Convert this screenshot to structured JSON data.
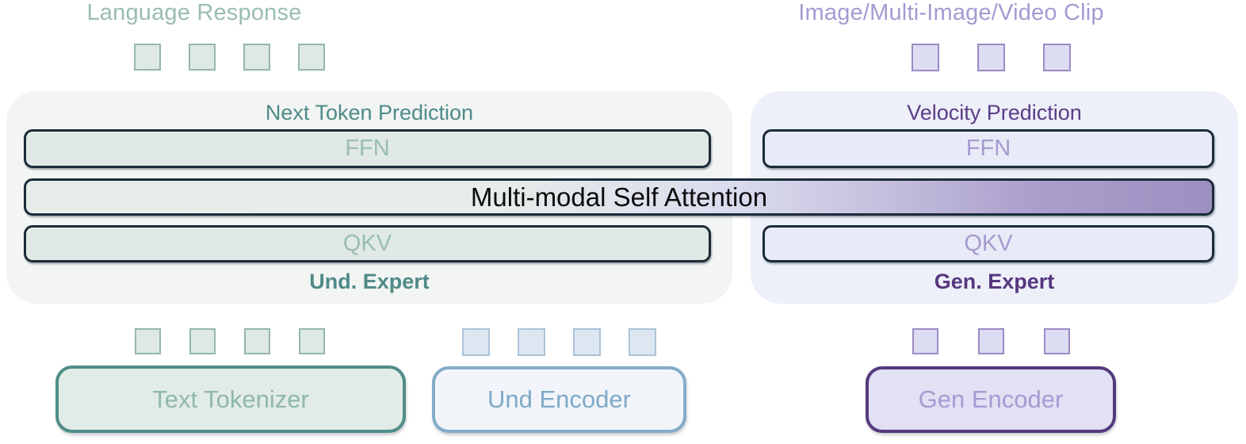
{
  "top_labels": {
    "language_response": "Language Response",
    "image_clip": "Image/Multi-Image/Video Clip"
  },
  "experts": {
    "und": {
      "title": "Next Token Prediction",
      "ffn_label": "FFN",
      "qkv_label": "QKV",
      "name": "Und. Expert"
    },
    "gen": {
      "title": "Velocity Prediction",
      "ffn_label": "FFN",
      "qkv_label": "QKV",
      "name": "Gen. Expert"
    }
  },
  "attention": {
    "label": "Multi-modal Self Attention"
  },
  "encoders": {
    "text_tokenizer": "Text Tokenizer",
    "und_encoder": "Und Encoder",
    "gen_encoder": "Gen Encoder"
  },
  "tokens": {
    "language_response_count": 4,
    "image_clip_count": 3,
    "text_tokenizer_count": 4,
    "und_encoder_count": 4,
    "gen_encoder_count": 3
  },
  "colors": {
    "canvas_bg": "#ffffff",
    "teal_light": "#9abcb5",
    "teal_dark": "#4e8a88",
    "purple_light": "#a59ad2",
    "purple_title": "#5a3d85",
    "purple_dark": "#57377f",
    "purple_box_text": "#a49ccf",
    "dark_border": "#1b2b3a",
    "container_left_bg": "#f2f5f3",
    "container_right_bg": "#edeff9",
    "box_teal_bg": "#e0e9e5",
    "box_purple_bg": "#e9eaf7",
    "tok_teal_bg": "#dee9e4",
    "tok_teal_border": "#95b6af",
    "tok_blue_bg": "#dde7f1",
    "tok_blue_border": "#abc3d6",
    "tok_purple_bg": "#dcdcf3",
    "tok_purple_border": "#9c8bc4",
    "tokenizer_bg": "#e2ece7",
    "tokenizer_border": "#4f8d89",
    "tokenizer_text": "#90b6af",
    "und_encoder_bg": "#f1f5fa",
    "und_encoder_border": "#83adca",
    "und_encoder_text": "#7fa9c7",
    "gen_encoder_bg": "#e1e0f4",
    "gen_encoder_border": "#553a7e",
    "gen_encoder_text": "#a69bd1"
  }
}
